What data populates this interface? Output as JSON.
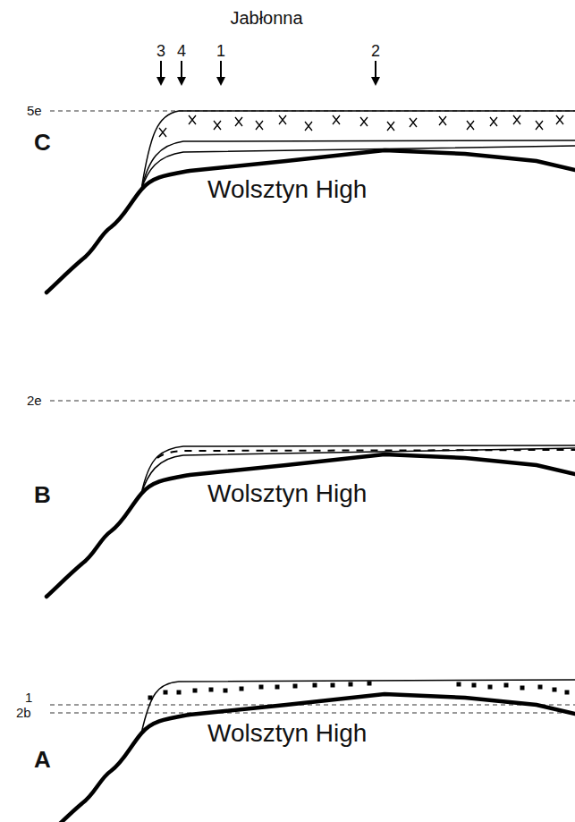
{
  "diagram": {
    "labels": [
      "Jabłonna",
      "3",
      "4",
      "1",
      "2",
      "5e",
      "C",
      "Wolsztyn High",
      "2e",
      "B",
      "Wolsztyn High",
      "1",
      "2b",
      "A",
      "Wolsztyn High"
    ]
  }
}
